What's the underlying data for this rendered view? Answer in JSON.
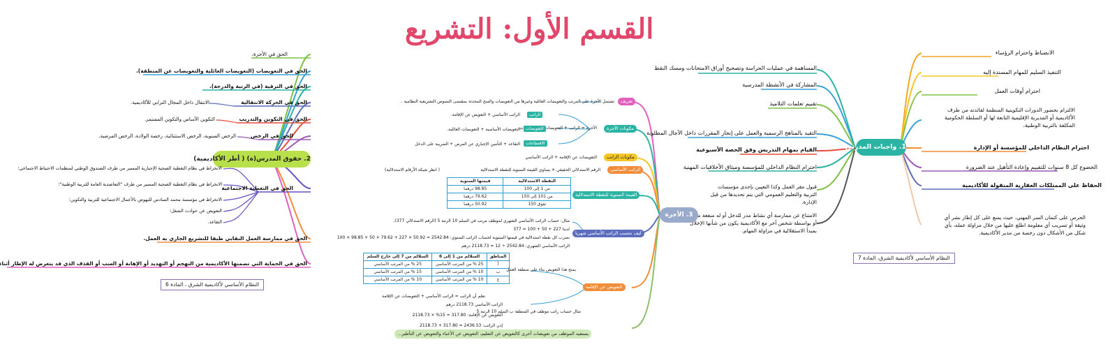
{
  "title": "القسم الأول: التشريع",
  "colors": {
    "title": "#e0476b",
    "duties_hub": "#2bb3a3",
    "rights_hub": "#b8e04a",
    "wage_hub": "#9aaacb"
  },
  "duties": {
    "hub": "1. واجبات المدرس",
    "right_items": [
      "الانضباط واحترام الرؤساء",
      "التنفيذ السليم للمهام المسندة إليه",
      "احترام أوقات العمل",
      "الالتزام بحضور الدورات التكوينية المنظمة لفائدته من طرف الأكاديمية أو المديرية الإقليمية التابعة لها أو السلطة الحكومية المكلفة بالتربية الوطنية.",
      "احترام النظام الداخلي للمؤسسة أو الإدارة",
      "الخضوع كل 8 سنوات للتقييم وإعادة التأهيل عند الضرورة",
      "الحفاظ على الممتلكات العقارية المنقولة للأكاديمية",
      "الحرص على كتمان السر المهني، حيث يمنع على كل إطار نشر أي وثيقة أو تسريب أي معلومة اطلع عليها من خلال مزاولة عمله، بأي شكل من الأشكال دون رخصة من مدير الأكاديمية."
    ],
    "left_items": [
      "المساهمة في عمليات الحراسة وتصحيح أوراق الامتحانات ومسك النقط",
      "المشاركة في الأنشطة المدرسية",
      "تقييم تعلمات التلاميذ",
      "التقيد بالمناهج الرسمية والعمل على إنجاز المقررات داخل الآجال المطلوبة",
      "القيام بمهام التدريس وفق الحصة الأسبوعية",
      "احترام النظام الداخلي للمؤسسة وميثاق الأخلاقيات المهنية",
      "قبول مقر العمل وكذا التعيين بإحدى مؤسسات التربية والتعليم العمومي التي يتم تحديدها من قبل الإدارة.",
      "الامتناع عن ممارسة أي نشاط مدر للدخل أو له منفعة مباشرة أو بواسطة شخص آخر مع الأكاديمية يكون من شأنها الإخلال بمبدأ الاستقلالية في مزاولة المهام."
    ],
    "reference": "النظام الأساسي لأكاديمية الشرق، المادة 7"
  },
  "rights": {
    "hub": "2. حقوق المدرس(ة) ( أطر الأكاديمية)",
    "items": [
      "الحق في الأجرة.",
      "الحق في التعويضات (التعويضات العائلية والتعويضات عن المنطقة).",
      "الحق في الترقية (في الرتبة والدرجة).",
      "الحق في الحركة الانتقالية",
      "الحق في التكوين والتدريب",
      "الحق في الرخص",
      "الحق في التغطية الاجتماعية",
      "الحق في ممارسة العمل النقابي طبقا للتشريع الجاري به العمل.",
      "الحق في الحماية التي تضمنها الأكاديمية من التهجم أو التهديد أو الإهانة أو السب أو القذف الذي قد يتعرض له الإطار أثناء مزاولة مهامه."
    ],
    "sub": {
      "movement": "الانتقال داخل المجال الترابي للأكاديمية.",
      "training": "التكوين الأساس والتكوين المستمر.",
      "leave": "الرخص السنوية، الرخص الاستثنائية، رخصة الولادة، الرخص المرضية.",
      "social": [
        "الانخراط في نظام التغطية الصحية الإجبارية المسير من طرف الصندوق الوطني لمنظمات الاحتياط الاجتماعي؛",
        "الانخراط في نظام التغطية الصحية المسير من طرف \"التعاضدية العامة للتربية الوطنية\"؛",
        "الانخراط في مؤسسة محمد السادس للنهوض بالأعمال الاجتماعية للتربية والتكوين؛",
        "التعويض عن حوادث الشغل؛",
        "التقاعد."
      ]
    },
    "reference": "النظام الأساسي لأكاديمية الشرق ، المادة 6"
  },
  "wage": {
    "hub": "3. الأجرة",
    "definition_tag": "تعريف",
    "definition": "تشتمل الأجرة على المرتب والتعويضات العائلية وغيرها من التعويضات والمنح المحدثة بمقتضى النصوص التشريعية النظامية .",
    "components_tag": "مكونات الأجرة",
    "components_sub": "الأجرة = الراتب + التعويضات + الاقتطاعات",
    "components_tags": [
      "الراتب",
      "التعويضات",
      "الاقتطاعات"
    ],
    "components_items": [
      "الراتب الأساسي + التعويض عن الإقامة.",
      "التعويضات الأساسية + التعويضات العائلية.",
      "التقاعد + التأمين الإجباري عن المرض + الضريبة على الدخل"
    ],
    "salary_components_tag": "مكونات الراتب",
    "salary_components": "التعويضات عن الإقامة + الراتب الأساسي",
    "base_salary_tag": "الراتب الأساسي",
    "base_salary": "الرقم الاستدلالي الحقيقي × يساوي القيمة السنوية للنقطة الاستدلالية",
    "base_salary_note": "( انظر شبكة الأرقام الاستدلالية)",
    "annual_value_tag": "القيمة السنوية للنقطة الاستدلالية",
    "annual_table": {
      "headers": [
        "النقطة الاستدلالية",
        "قيمتها السنوية"
      ],
      "rows": [
        [
          "من 1 إلى 100",
          "98.85 درهما"
        ],
        [
          "من 101 إلى 150",
          "79.62 درهما"
        ],
        [
          "تفوق 150",
          "50.92 درهما"
        ]
      ]
    },
    "calc_tag": "كيف نحسب الراتب الأساسي شهريا",
    "calc_lines": [
      "مثال: حساب الراتب الأساسي الشهري لموظف مرتب في السلم 10 الرتبة 5 (الرقم الاستدلالي 377).",
      "لدينا 227 + 50 + 100 = 377",
      "نضرب كل نقطة استدلالية في قيمتها السنوية لحساب الراتب السنوي: 2542.84 = 50.92 × 227 + 79.62 × 50 + 98.85 × 100",
      "الراتب الأساسي الشهري: 2542.84 ÷ 12 = 2118.73 درهم"
    ],
    "residence_tag": "التعويض عن الإقامة",
    "zone_label": "يمنح هذا التعويض بناء على منطقة العمل",
    "zone_table": {
      "headers": [
        "المناطق",
        "السلالم من 1 إلى 6",
        "السلالم من 7 إلى خارج السلم"
      ],
      "rows": [
        [
          "أ",
          "25 % من المرتب الأساسي",
          "25 % من المرتب الأساسي"
        ],
        [
          "ب",
          "10 % من المرتب الأساسي",
          "15 % من المرتب الأساسي"
        ],
        [
          "ج",
          "10 % من المرتب الأساسي",
          "10 % من المرتب الأساسي"
        ]
      ]
    },
    "zone_note": "نعلم أن الراتب = الراتب الأساسي + التعويضات عن الإقامة",
    "example_label": "مثال حساب راتب موظف في المنطقة ب السلم 10 الرتبة 5",
    "example_lines": [
      "الراتب الأساسي 2118.73 درهم",
      "التعويض عن الإقامة: 317.80 = 15% × 2118.73",
      "إذن الراتب: 2436.53 = 317.80 + 2118.73"
    ],
    "example_total": "2436.53",
    "footer": "يستفيد الموظف من تعويضات أخرى كالتعويض عن التعليم، التعويض عن الأعباء والتعويض عن التأطير..."
  }
}
